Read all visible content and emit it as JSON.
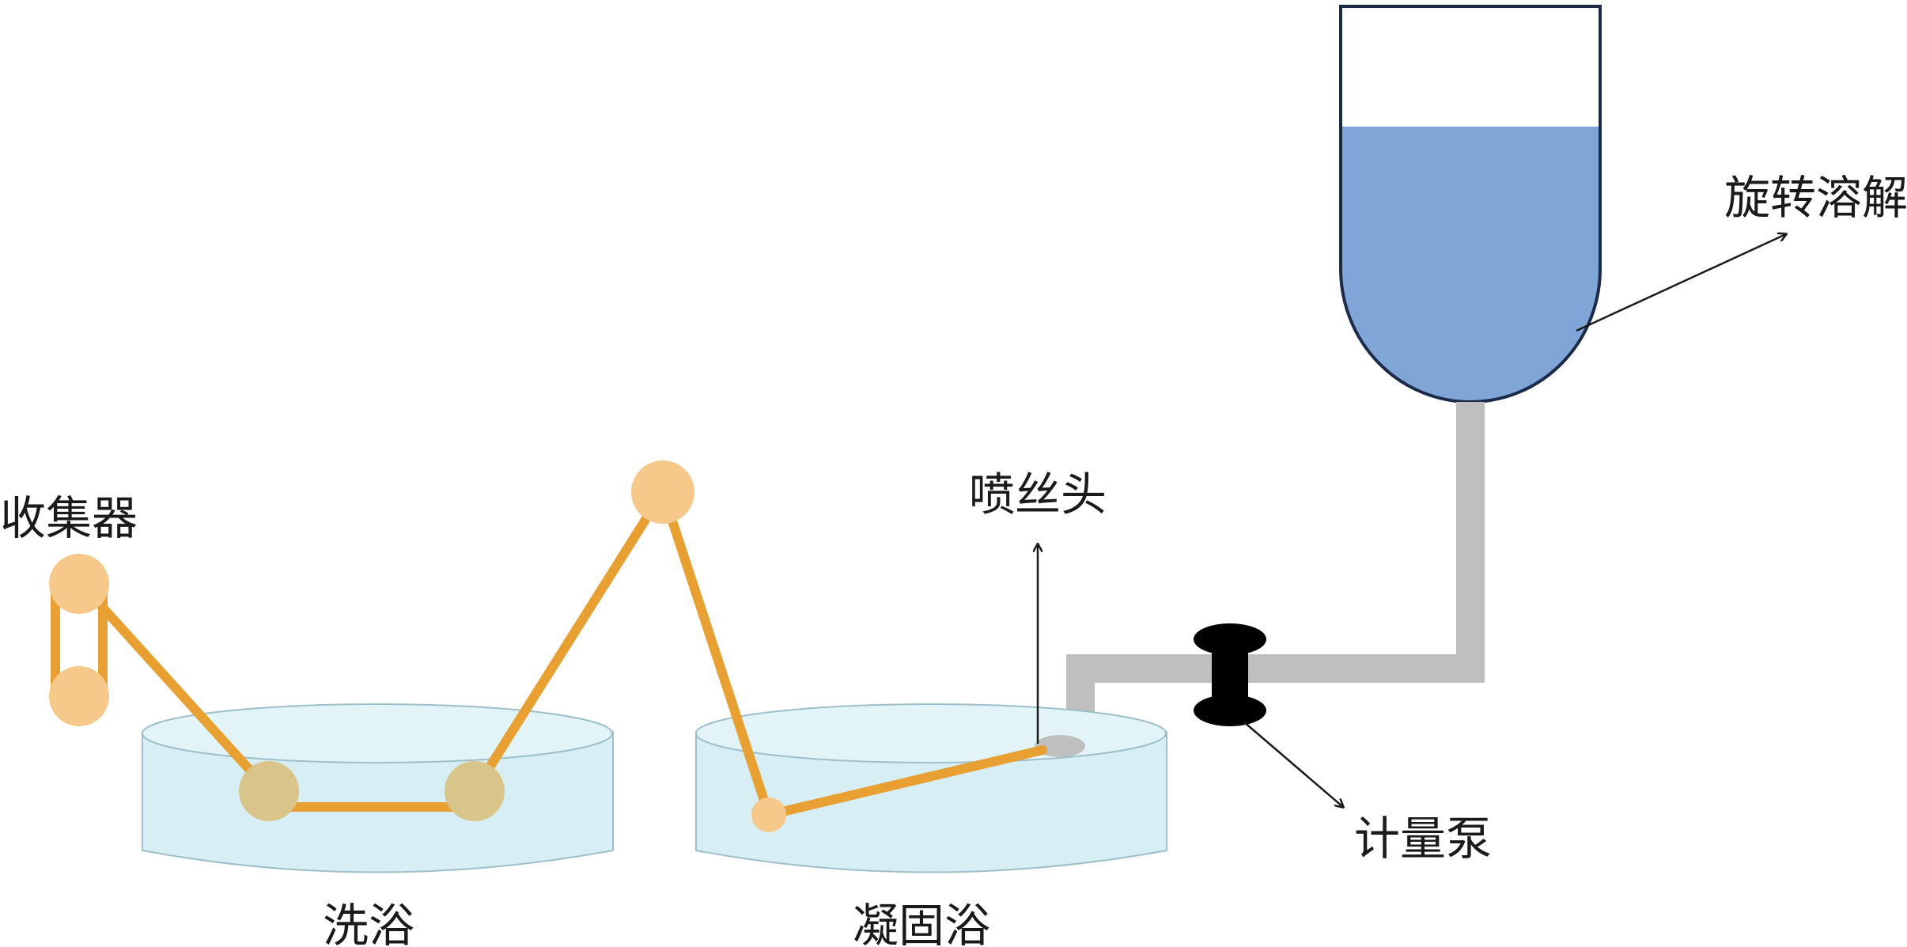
{
  "labels": {
    "collector": "收集器",
    "wash_bath": "洗浴",
    "coag_bath": "凝固浴",
    "spinneret": "喷丝头",
    "pump": "计量泵",
    "tank": "旋转溶解"
  },
  "colors": {
    "fiber": "#E8A033",
    "roller": "#F6C98A",
    "roller_in_bath": "#D9C48A",
    "bath_fill": "#D6EEF4",
    "bath_stroke": "#9DBFC9",
    "pipe": "#BFBFBF",
    "solution": "#7FA6D6",
    "tank_stroke": "#1c2b4a",
    "pump": "#000000",
    "arrow": "#1a1a1a"
  }
}
